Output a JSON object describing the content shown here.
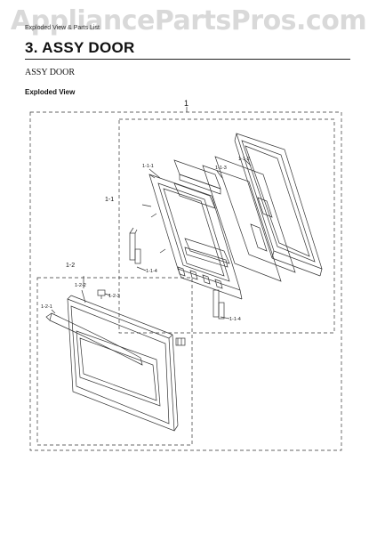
{
  "watermark": "AppliancePartsPros.com",
  "header_small": "Exploded View & Parts List",
  "title": "3.  ASSY DOOR",
  "subtitle": "ASSY DOOR",
  "section": "Exploded View",
  "callouts": {
    "main": "1",
    "inner_assy": "1-1",
    "outer_assy": "1-2",
    "p111": "1-1-1",
    "p112": "1-1-2",
    "p113": "1-1-3",
    "p114a": "1-1-4",
    "p114b": "1-1-4",
    "p121": "1-2-1",
    "p122": "1-2-2",
    "p123": "1-2-3"
  }
}
